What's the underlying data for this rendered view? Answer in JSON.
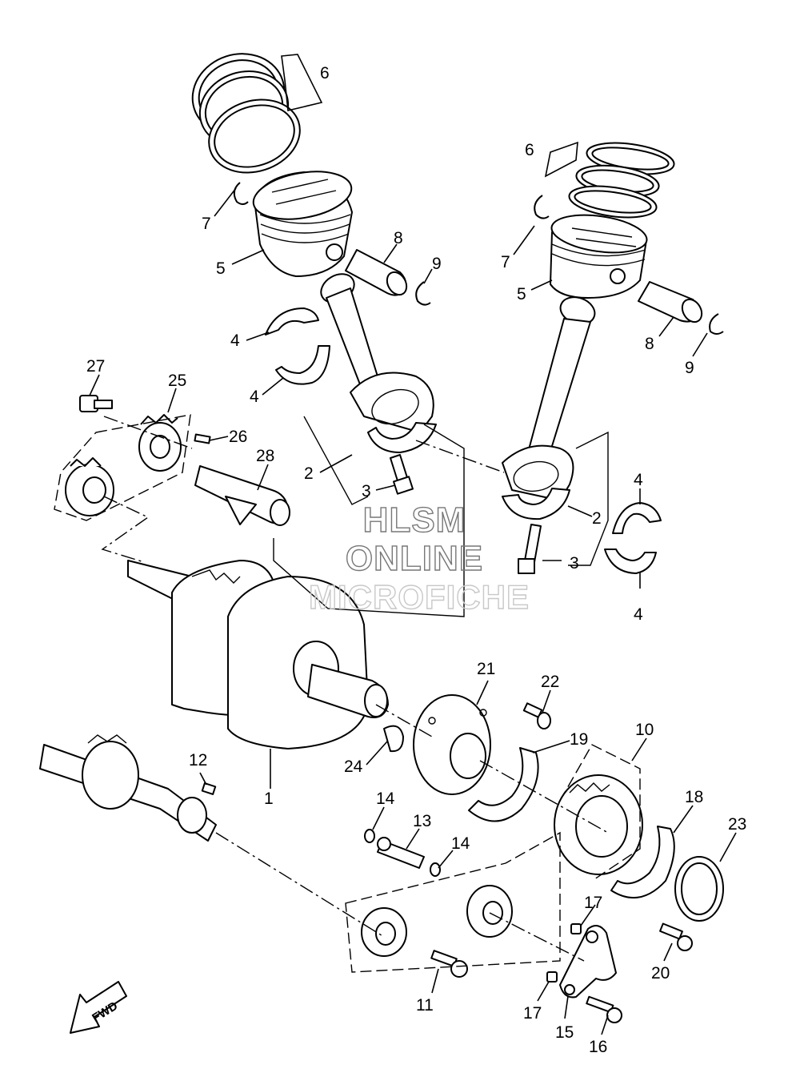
{
  "watermark": {
    "line1": "HLSM",
    "line2": "ONLINE",
    "line3": "MICROFICHE"
  },
  "fwd_label": "FWD",
  "callouts": [
    {
      "id": "c6a",
      "text": "6"
    },
    {
      "id": "c7a",
      "text": "7"
    },
    {
      "id": "c5a",
      "text": "5"
    },
    {
      "id": "c8a",
      "text": "8"
    },
    {
      "id": "c9a",
      "text": "9"
    },
    {
      "id": "c4a",
      "text": "4"
    },
    {
      "id": "c4b",
      "text": "4"
    },
    {
      "id": "c6b",
      "text": "6"
    },
    {
      "id": "c7b",
      "text": "7"
    },
    {
      "id": "c5b",
      "text": "5"
    },
    {
      "id": "c8b",
      "text": "8"
    },
    {
      "id": "c9b",
      "text": "9"
    },
    {
      "id": "c27",
      "text": "27"
    },
    {
      "id": "c25",
      "text": "25"
    },
    {
      "id": "c26",
      "text": "26"
    },
    {
      "id": "c28",
      "text": "28"
    },
    {
      "id": "c2a",
      "text": "2"
    },
    {
      "id": "c3a",
      "text": "3"
    },
    {
      "id": "c4c",
      "text": "4"
    },
    {
      "id": "c2b",
      "text": "2"
    },
    {
      "id": "c3b",
      "text": "3"
    },
    {
      "id": "c4d",
      "text": "4"
    },
    {
      "id": "c21",
      "text": "21"
    },
    {
      "id": "c22",
      "text": "22"
    },
    {
      "id": "c10",
      "text": "10"
    },
    {
      "id": "c19",
      "text": "19"
    },
    {
      "id": "c24",
      "text": "24"
    },
    {
      "id": "c1",
      "text": "1"
    },
    {
      "id": "c12",
      "text": "12"
    },
    {
      "id": "c14a",
      "text": "14"
    },
    {
      "id": "c13",
      "text": "13"
    },
    {
      "id": "c14b",
      "text": "14"
    },
    {
      "id": "c18",
      "text": "18"
    },
    {
      "id": "c23",
      "text": "23"
    },
    {
      "id": "c17a",
      "text": "17"
    },
    {
      "id": "c20",
      "text": "20"
    },
    {
      "id": "c11",
      "text": "11"
    },
    {
      "id": "c17b",
      "text": "17"
    },
    {
      "id": "c15",
      "text": "15"
    },
    {
      "id": "c16",
      "text": "16"
    }
  ]
}
